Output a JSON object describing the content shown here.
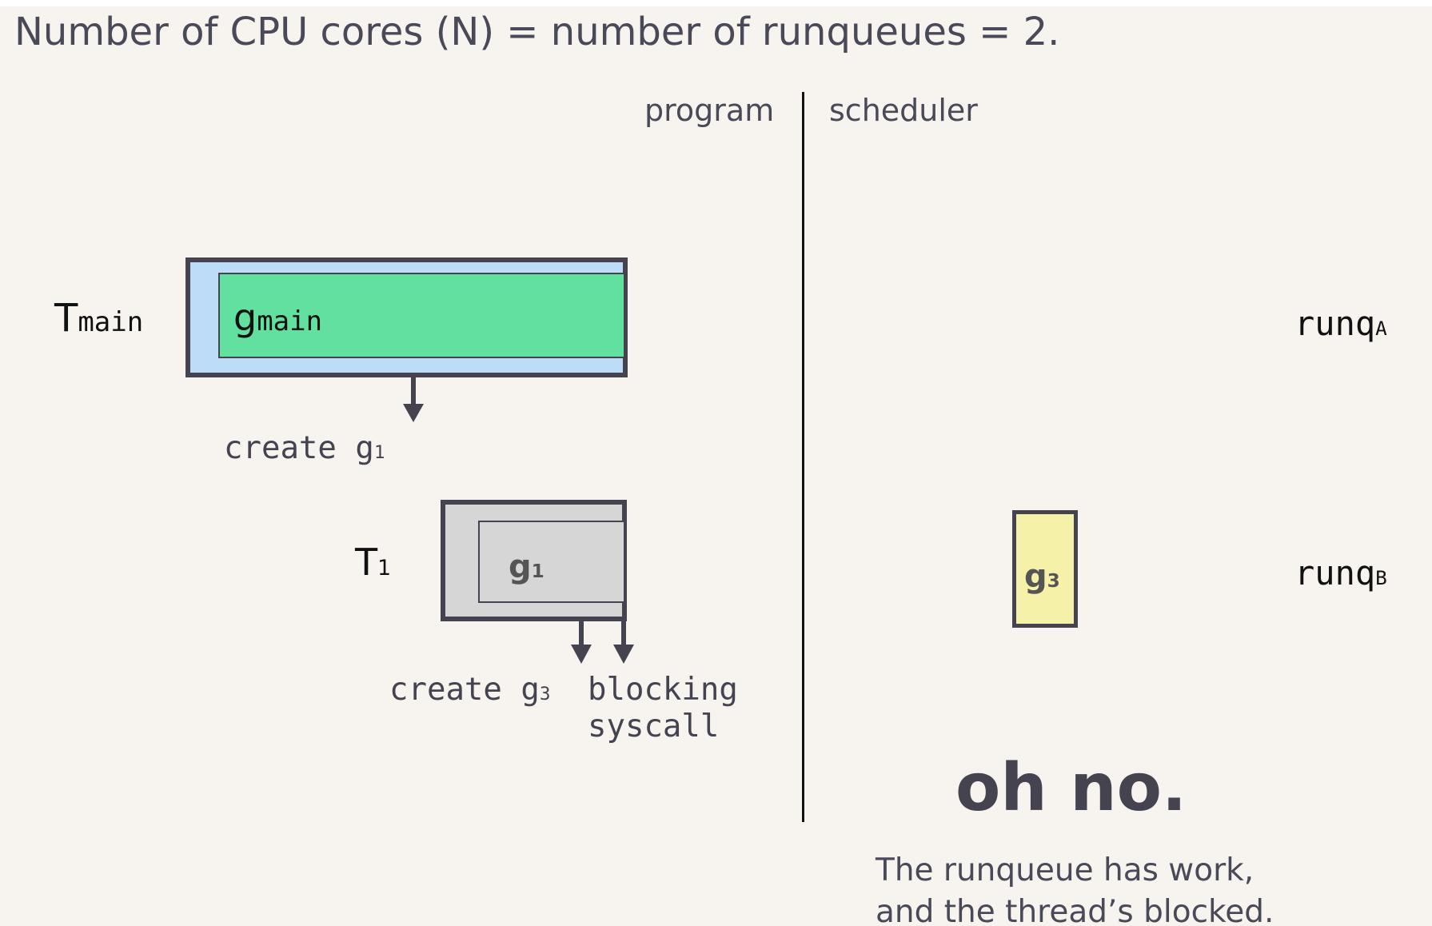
{
  "heading": "Number of CPU cores (N) = number of runqueues = 2.",
  "columns": {
    "program": "program",
    "scheduler": "scheduler"
  },
  "threads": {
    "main": {
      "base": "T",
      "sub": "main"
    },
    "t1": {
      "base": "T",
      "sub": "1"
    }
  },
  "goroutines": {
    "main": {
      "base": "g",
      "sub": "main"
    },
    "g1": {
      "base": "g",
      "sub": "1"
    },
    "g3": {
      "base": "g",
      "sub": "3"
    }
  },
  "annotations": {
    "create_g1": {
      "text": "create g",
      "sub": "1"
    },
    "create_g3": {
      "text": "create g",
      "sub": "3"
    },
    "blocking_line1": "blocking",
    "blocking_line2": "syscall"
  },
  "runqueues": {
    "a": {
      "base": "runq",
      "sub": "A"
    },
    "b": {
      "base": "runq",
      "sub": "B"
    }
  },
  "oh_no": "oh no.",
  "caption": {
    "line1": "The runqueue has work,",
    "line2": "and the thread’s blocked."
  },
  "colors": {
    "ink": "#44434f",
    "background": "#f7f3ef",
    "thread_main": "#bcdcf7",
    "goroutine_main": "#62e09f",
    "thread_blocked": "#d6d6d6",
    "goroutine_queued": "#f6f1a9"
  }
}
